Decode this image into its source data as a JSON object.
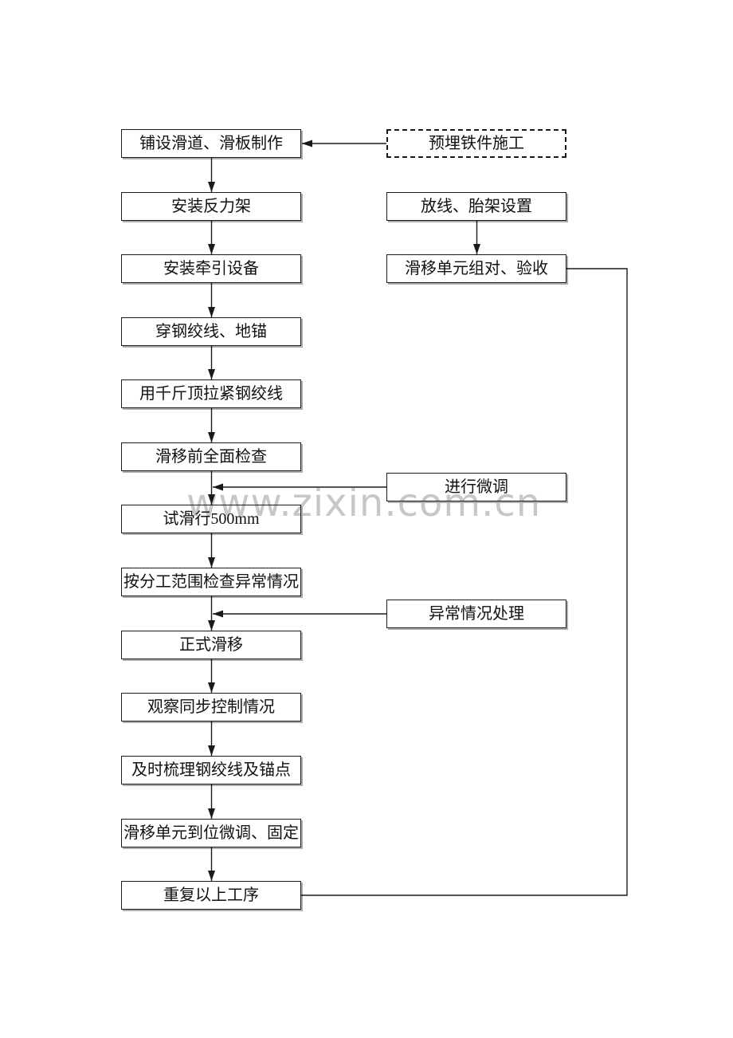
{
  "watermark": {
    "text": "www.zixin.com.cn",
    "color": "#c7c7c7"
  },
  "flowchart": {
    "main_steps": [
      "铺设滑道、滑板制作",
      "安装反力架",
      "安装牵引设备",
      "穿钢绞线、地锚",
      "用千斤顶拉紧钢绞线",
      "滑移前全面检查",
      "试滑行500mm",
      "按分工范围检查异常情况",
      "正式滑移",
      "观察同步控制情况",
      "及时梳理钢绞线及锚点",
      "滑移单元到位微调、固定",
      "重复以上工序"
    ],
    "side_steps": [
      {
        "label": "预埋铁件施工",
        "border": "dashed"
      },
      {
        "label": "放线、胎架设置",
        "border": "solid"
      },
      {
        "label": "滑移单元组对、验收",
        "border": "solid"
      },
      {
        "label": "进行微调",
        "border": "solid"
      },
      {
        "label": "异常情况处理",
        "border": "solid"
      }
    ]
  },
  "colors": {
    "line": "#1a1a1a",
    "text": "#111111",
    "background": "#ffffff"
  }
}
